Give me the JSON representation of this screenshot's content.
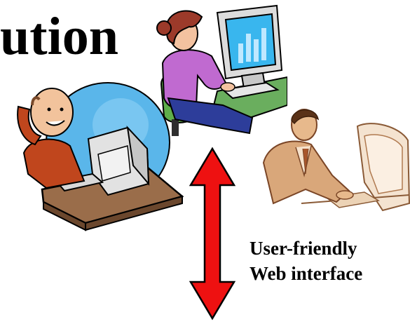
{
  "heading": {
    "text": "ution"
  },
  "caption": {
    "line1": "User-friendly",
    "line2": "Web interface"
  },
  "icons": {
    "woman": "woman-at-computer-icon",
    "bald_man": "relaxed-man-at-computer-icon",
    "businessman": "businessman-at-computer-icon",
    "arrow": "double-headed-arrow-icon"
  },
  "colors": {
    "arrow_red": "#ee1111",
    "sky_blue": "#5ab6ea",
    "woman_shirt": "#c06ad0",
    "woman_hair": "#9c3a2a",
    "monitor_screen": "#39b6ee",
    "desk_green": "#6aae5e",
    "sepia": "#b06a3c",
    "desk_brown": "#9a6d4a"
  }
}
